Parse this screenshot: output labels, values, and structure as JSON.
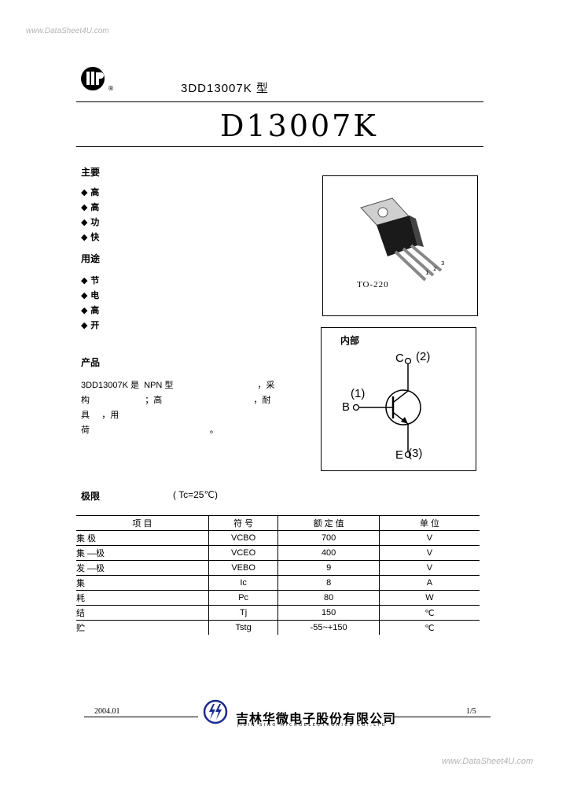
{
  "watermark_top": "www.DataSheet4U.com",
  "watermark_bottom": "www.DataSheet4U.com",
  "header": {
    "logo_mark": "®",
    "subtitle": "3DD13007K 型"
  },
  "title": "D13007K",
  "features": {
    "heading": "主要",
    "bullets": [
      "◆ 高",
      "◆ 高",
      "◆ 功",
      "◆ 快"
    ]
  },
  "applications": {
    "heading": "用途",
    "bullets": [
      "◆ 节",
      "◆ 电",
      "◆ 高",
      "◆ 开"
    ]
  },
  "package": {
    "label": "TO-220",
    "pins": [
      "1",
      "2",
      "3"
    ]
  },
  "description": {
    "heading": "产品",
    "lines": [
      "3DD13007K 是  NPN 型                                   ，采",
      "构                       ；高                                      ，耐",
      "具     ，用",
      "荷                                                  。"
    ]
  },
  "circuit": {
    "heading": "内部",
    "collector": "C",
    "collector_pin": "(2)",
    "base": "B",
    "base_pin": "(1)",
    "emitter": "E",
    "emitter_pin": "(3)"
  },
  "ratings": {
    "heading": "极限",
    "condition": "( Tc=25℃)",
    "columns": [
      "项    目",
      "符    号",
      "额   定   值",
      "单    位"
    ],
    "rows": [
      {
        "name": "集         极",
        "symbol": "VCBO",
        "value": "700",
        "unit": "V"
      },
      {
        "name": "集       —极",
        "symbol": "VCEO",
        "value": "400",
        "unit": "V"
      },
      {
        "name": "发       —极",
        "symbol": "VEBO",
        "value": "9",
        "unit": "V"
      },
      {
        "name": "集",
        "symbol": "Ic",
        "value": "8",
        "unit": "A"
      },
      {
        "name": "耗",
        "symbol": "Pc",
        "value": "80",
        "unit": "W"
      },
      {
        "name": "结",
        "symbol": "Tj",
        "value": "150",
        "unit": "℃"
      },
      {
        "name": "贮",
        "symbol": "Tstg",
        "value": "-55~+150",
        "unit": "℃"
      }
    ]
  },
  "footer": {
    "date": "2004.01",
    "page": "1/5",
    "company_cn": "吉林华微电子股份有限公司",
    "company_en": "JILIN  SINO  MICROELECTRONICS  CO.,LTD"
  }
}
